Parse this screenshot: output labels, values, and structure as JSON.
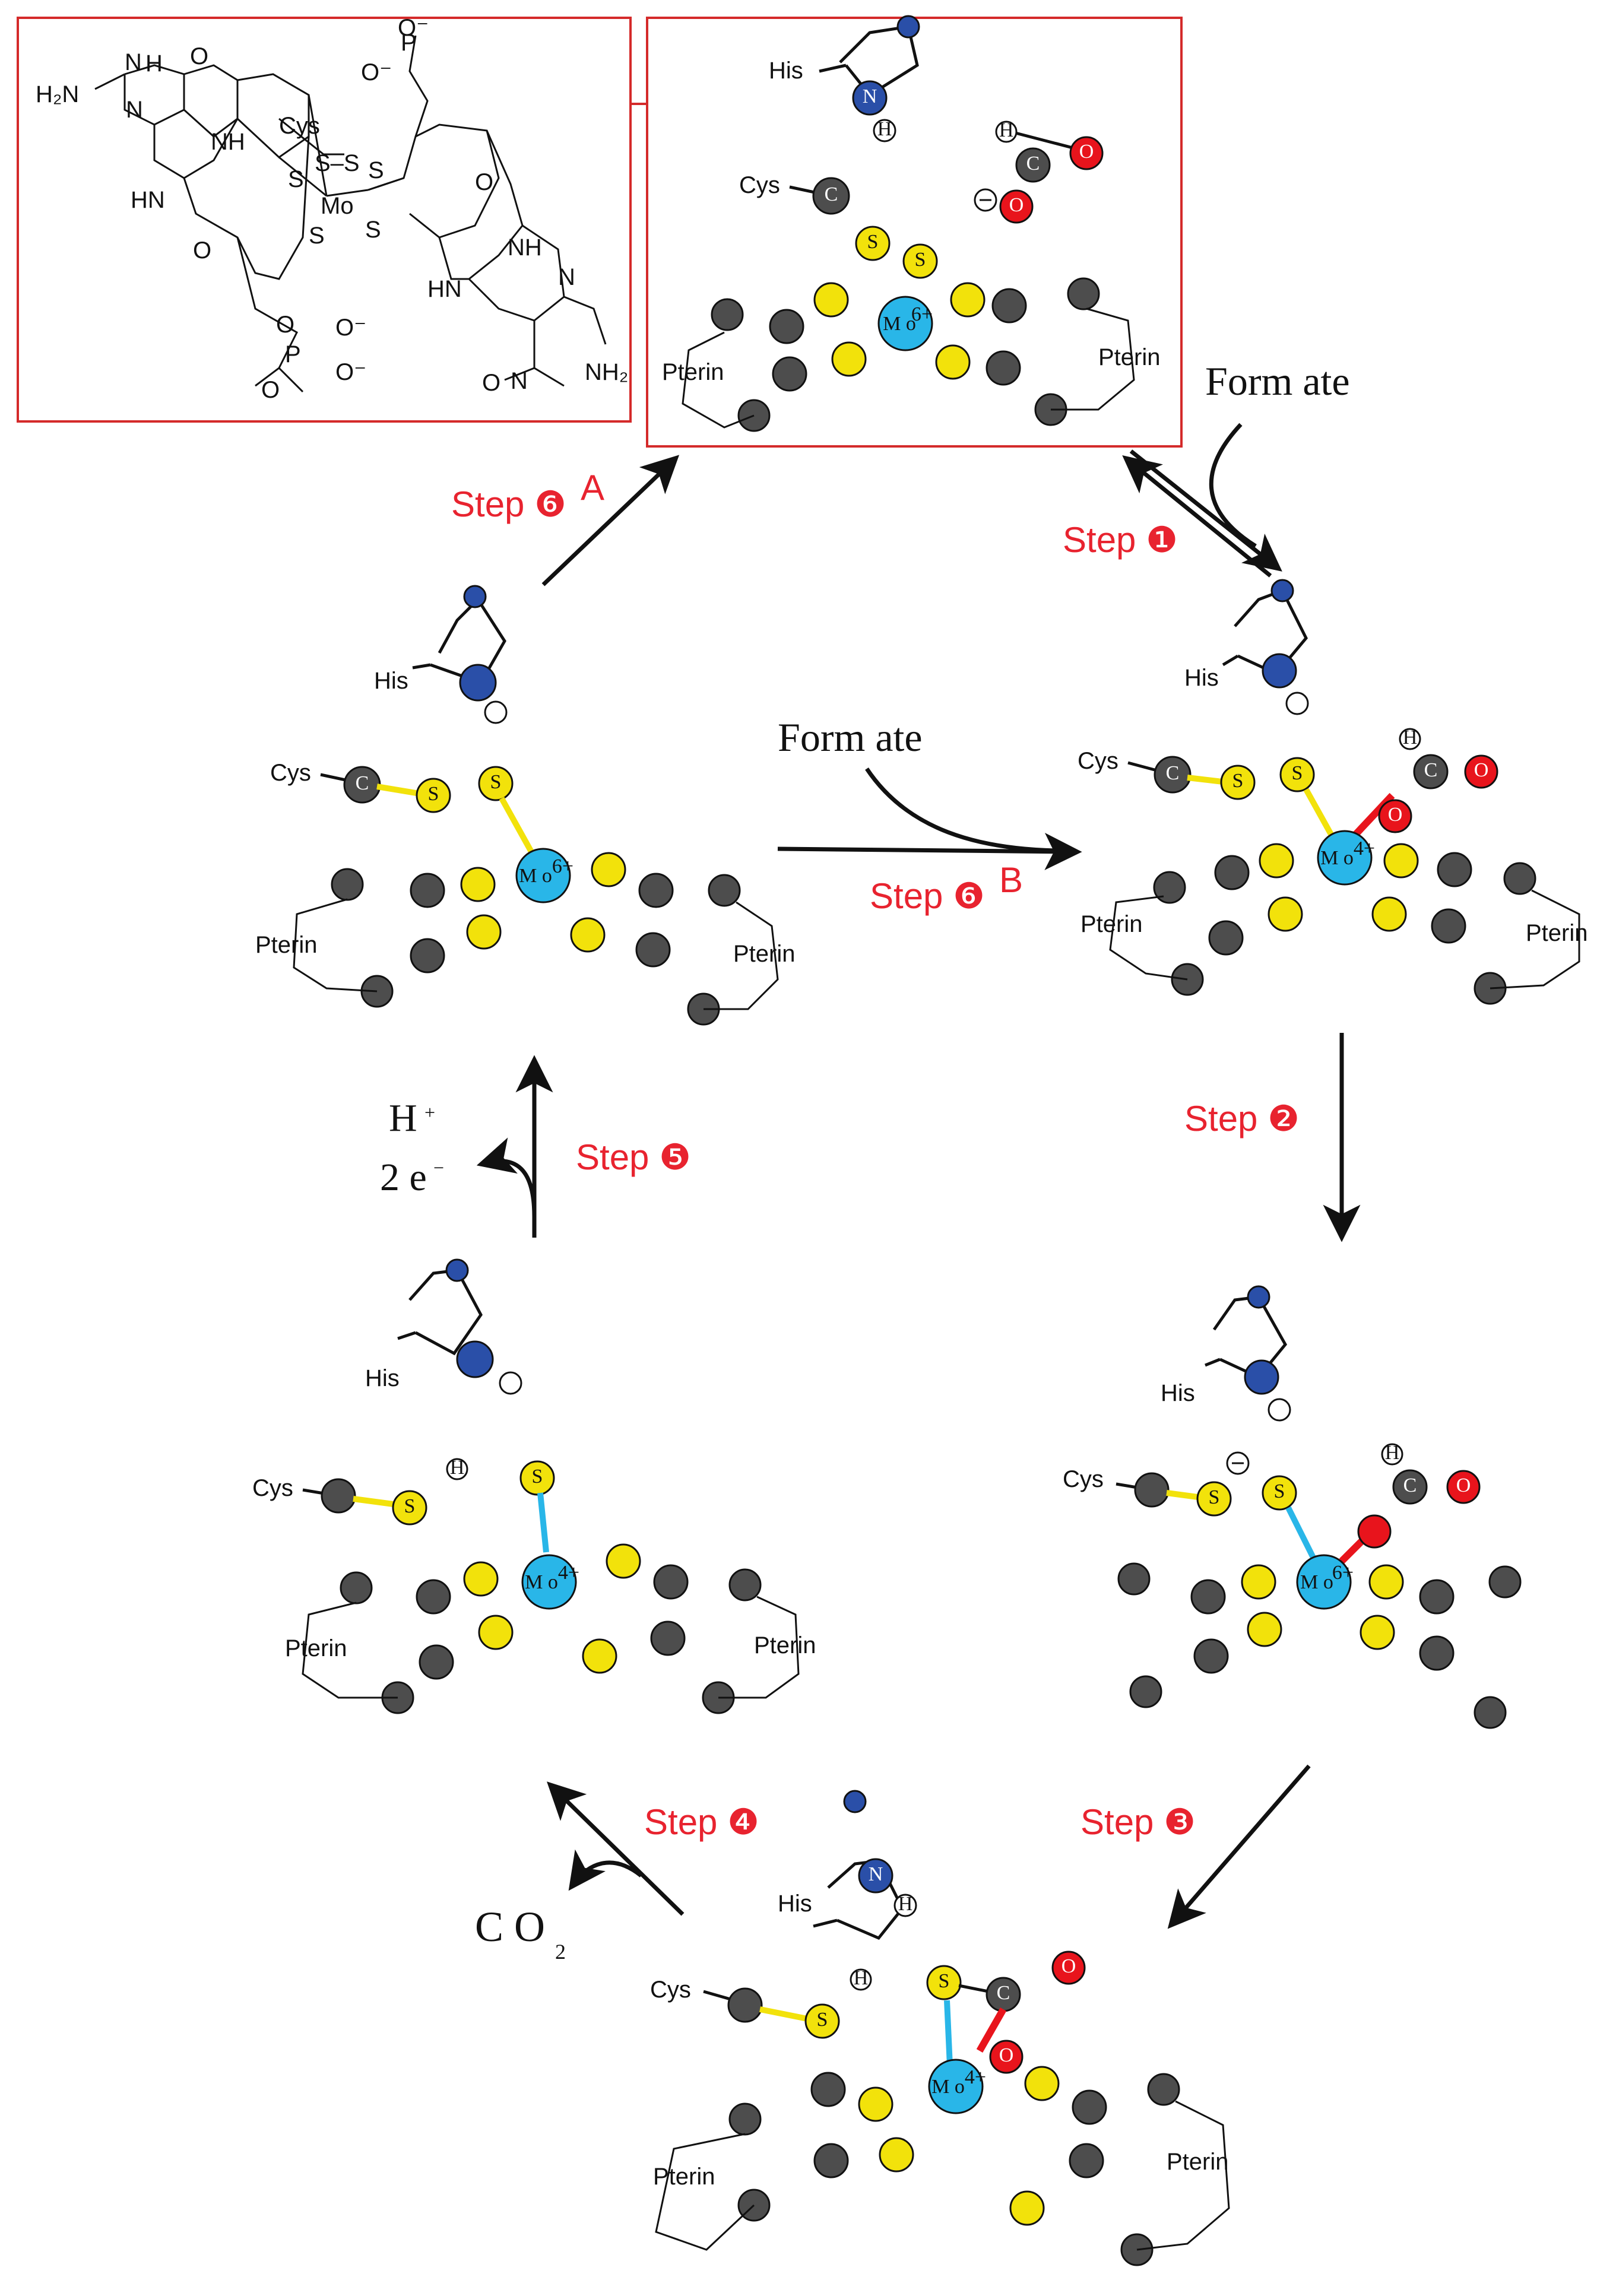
{
  "steps": {
    "step1": "Step ❶",
    "step2": "Step ❷",
    "step3": "Step ❸",
    "step4": "Step ❹",
    "step5": "Step ❺",
    "step6a": "Step ❻",
    "step6a_sup": "A",
    "step6b": "Step ❻",
    "step6b_sup": "B"
  },
  "reagents": {
    "formate_right": "Form ate",
    "formate_center": "Form ate",
    "proton": "H",
    "proton_sup": "+",
    "electrons": "2 e",
    "electrons_sup": "−",
    "co2": "C O",
    "co2_sub": "2"
  },
  "labels": {
    "his": "His",
    "cys": "Cys",
    "pterin": "Pterin",
    "mo": "M o",
    "mo6": "6+",
    "mo4": "4+",
    "s": "S",
    "c": "C",
    "o": "O",
    "h": "H",
    "n": "N"
  },
  "inset_structure": {
    "h2n": "H₂N",
    "nh2": "NH₂",
    "nh": "NH",
    "hn": "HN",
    "n": "N",
    "h": "H",
    "o": "O",
    "p": "P",
    "o_minus": "O⁻",
    "s": "S",
    "mo": "Mo",
    "cys": "Cys",
    "ss": "S–S"
  },
  "colors": {
    "step_red": "#e8232f",
    "sulfur_yellow": "#f2e20b",
    "carbon_gray": "#4d4d4d",
    "molybdenum_cyan": "#29b6e8",
    "nitrogen_blue": "#2a4fa8",
    "oxygen_red": "#e8141c",
    "box_red": "#d42a2a"
  }
}
